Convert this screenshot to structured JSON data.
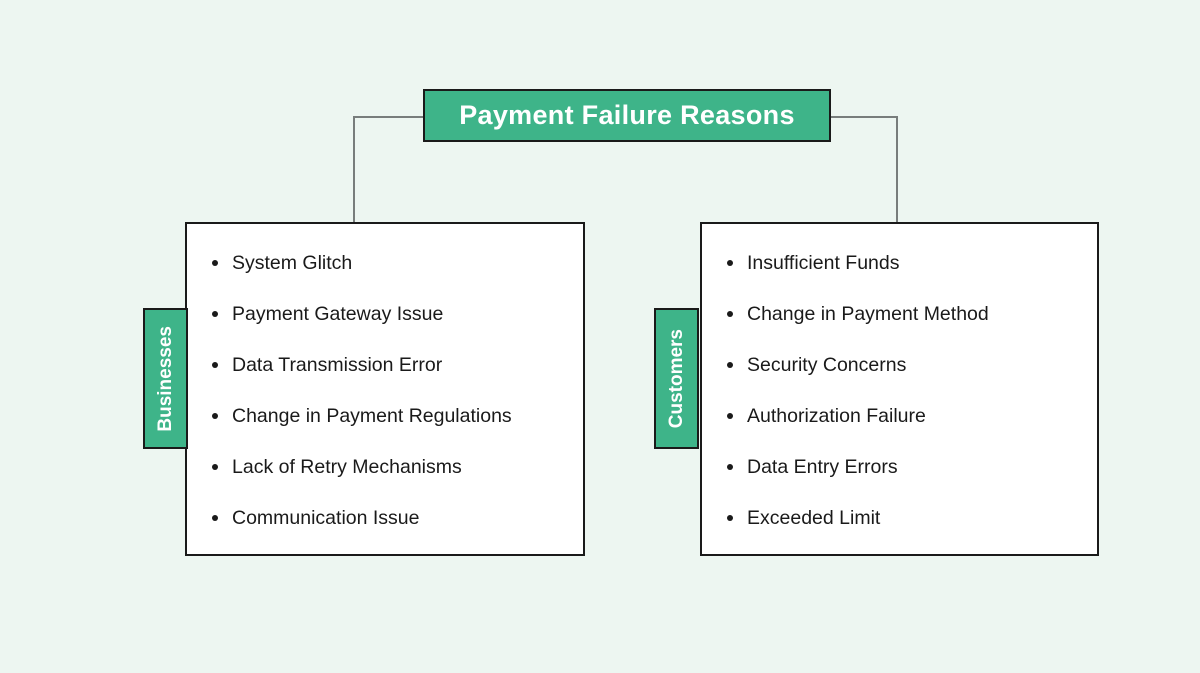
{
  "title": "Payment Failure Reasons",
  "colors": {
    "background": "#edf6f1",
    "accent_green": "#3eb489",
    "node_border": "#1a1a1a",
    "connector_gray": "#787d7c",
    "item_text": "#1a1a1a",
    "title_text": "#ffffff"
  },
  "groups": [
    {
      "label": "Businesses",
      "items": [
        "System Glitch",
        "Payment Gateway Issue",
        "Data Transmission Error",
        "Change in Payment Regulations",
        "Lack of Retry Mechanisms",
        "Communication Issue"
      ]
    },
    {
      "label": "Customers",
      "items": [
        "Insufficient Funds",
        "Change in Payment Method",
        "Security Concerns",
        "Authorization Failure",
        "Data Entry Errors",
        "Exceeded Limit"
      ]
    }
  ]
}
